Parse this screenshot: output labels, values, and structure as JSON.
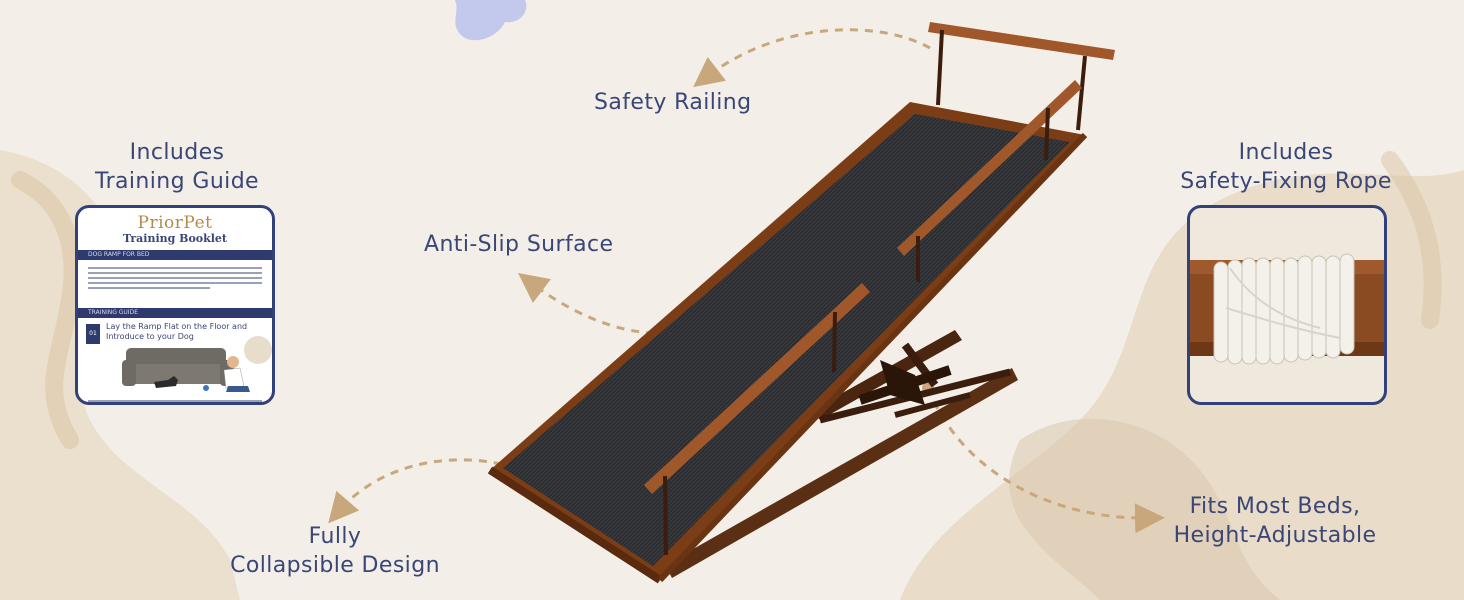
{
  "labels": {
    "safety_railing": "Safety Railing",
    "training_guide": [
      "Includes",
      "Training Guide"
    ],
    "anti_slip": "Anti-Slip Surface",
    "rope": [
      "Includes",
      "Safety-Fixing Rope"
    ],
    "collapsible": [
      "Fully",
      "Collapsible Design"
    ],
    "fits_beds": [
      "Fits Most Beds,",
      "Height-Adjustable"
    ]
  },
  "booklet": {
    "brand": "PriorPet",
    "title": "Training Booklet",
    "section_1": "DOG RAMP FOR BED",
    "section_2": "TRAINING GUIDE",
    "step_number": "01",
    "step_title": [
      "Lay the Ramp Flat on the Floor and",
      "Introduce to your Dog"
    ]
  },
  "colors": {
    "background": "#f3efe8",
    "accent_navy": "#33417a",
    "wood": "#8b4a1f",
    "surface": "#2a2c30",
    "arrow": "#c9a77c",
    "blob": "#e6d8c2"
  }
}
